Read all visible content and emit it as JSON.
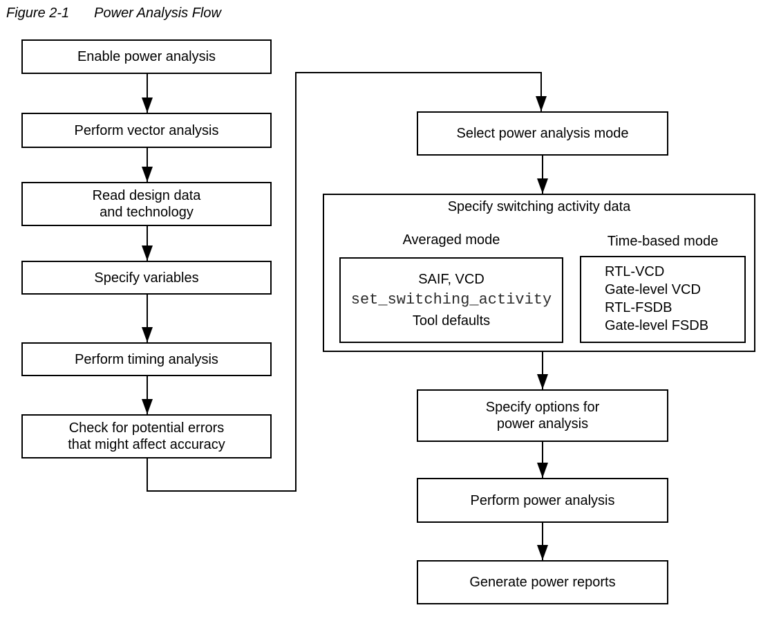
{
  "figure": {
    "label": "Figure 2-1",
    "title": "Power Analysis Flow"
  },
  "left_steps": [
    {
      "label": "Enable power analysis"
    },
    {
      "label": "Perform vector analysis"
    },
    {
      "label": "Read design data\nand technology"
    },
    {
      "label": "Specify variables"
    },
    {
      "label": "Perform timing analysis"
    },
    {
      "label": "Check for potential errors\nthat might affect accuracy"
    }
  ],
  "right_steps": {
    "select_mode": {
      "label": "Select power analysis mode"
    },
    "switching_activity": {
      "title": "Specify switching activity data",
      "averaged": {
        "label": "Averaged mode",
        "items": [
          "SAIF, VCD",
          "set_switching_activity",
          "Tool defaults"
        ]
      },
      "time_based": {
        "label": "Time-based mode",
        "items": [
          "RTL-VCD",
          "Gate-level VCD",
          "RTL-FSDB",
          "Gate-level FSDB"
        ]
      }
    },
    "options": {
      "label": "Specify options for\npower analysis"
    },
    "perform": {
      "label": "Perform power analysis"
    },
    "reports": {
      "label": "Generate power reports"
    }
  },
  "colors": {
    "background": "#ffffff",
    "line": "#000000",
    "text": "#000000",
    "command_text": "#2b2b2b"
  }
}
